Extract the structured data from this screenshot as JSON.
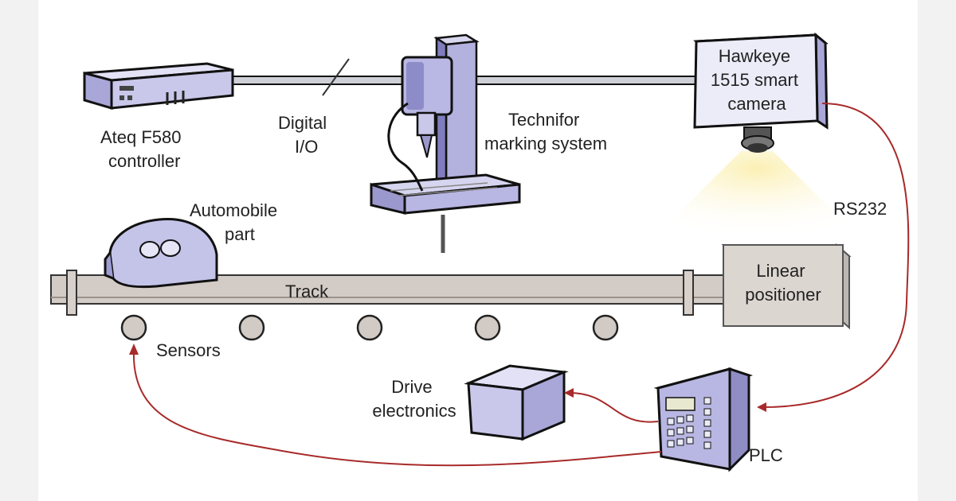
{
  "labels": {
    "controller": [
      "Ateq F580",
      "controller"
    ],
    "digital_io": [
      "Digital",
      "I/O"
    ],
    "marking": [
      "Technifor",
      "marking system"
    ],
    "camera": [
      "Hawkeye",
      "1515 smart",
      "camera"
    ],
    "rs232": "RS232",
    "automobile_part": [
      "Automobile",
      "part"
    ],
    "track": "Track",
    "linear_positioner": [
      "Linear",
      "positioner"
    ],
    "sensors": "Sensors",
    "drive_electronics": [
      "Drive",
      "electronics"
    ],
    "plc": "PLC"
  },
  "colors": {
    "background": "#ffffff",
    "margin": "#f2f2f3",
    "device_fill": "#c9c8ea",
    "device_dark": "#8f8dc4",
    "outline": "#111111",
    "signal_wire": "#a82a2a",
    "track_fill": "#cfc7c1",
    "light_glow": "#fbefb0"
  }
}
